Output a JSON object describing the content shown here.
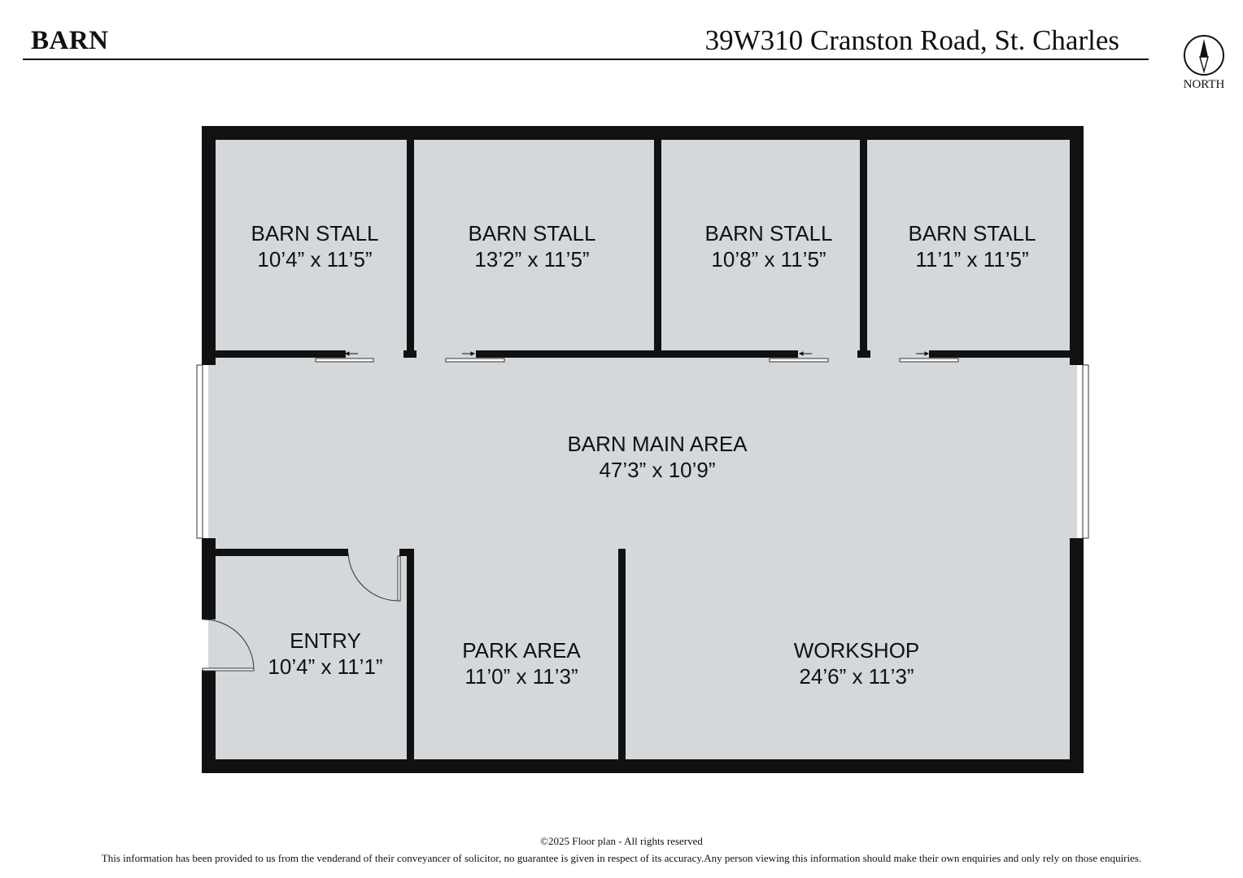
{
  "header": {
    "title": "BARN",
    "address": "39W310 Cranston Road, St. Charles",
    "compass_label": "NORTH"
  },
  "rooms": [
    {
      "name": "BARN STALL",
      "dims": "10’4” x 11’5”"
    },
    {
      "name": "BARN STALL",
      "dims": "13’2” x 11’5”"
    },
    {
      "name": "BARN STALL",
      "dims": "10’8” x 11’5”"
    },
    {
      "name": "BARN STALL",
      "dims": "11’1” x 11’5”"
    },
    {
      "name": "BARN MAIN AREA",
      "dims": "47’3” x 10’9”"
    },
    {
      "name": "ENTRY",
      "dims": "10’4” x 11’1”"
    },
    {
      "name": "PARK AREA",
      "dims": "11’0” x 11’3”"
    },
    {
      "name": "WORKSHOP",
      "dims": "24’6” x 11’3”"
    }
  ],
  "footer": {
    "copyright": "©2025  Floor plan  - All rights reserved",
    "disclaimer": "This information has been provided to us from the venderand of their conveyancer of solicitor, no guarantee is given in respect of its accuracy.Any person viewing this information should make their own enquiries and only rely on those enquiries."
  },
  "colors": {
    "wall": "#111111",
    "floor": "#d4d8da",
    "background": "#ffffff"
  }
}
